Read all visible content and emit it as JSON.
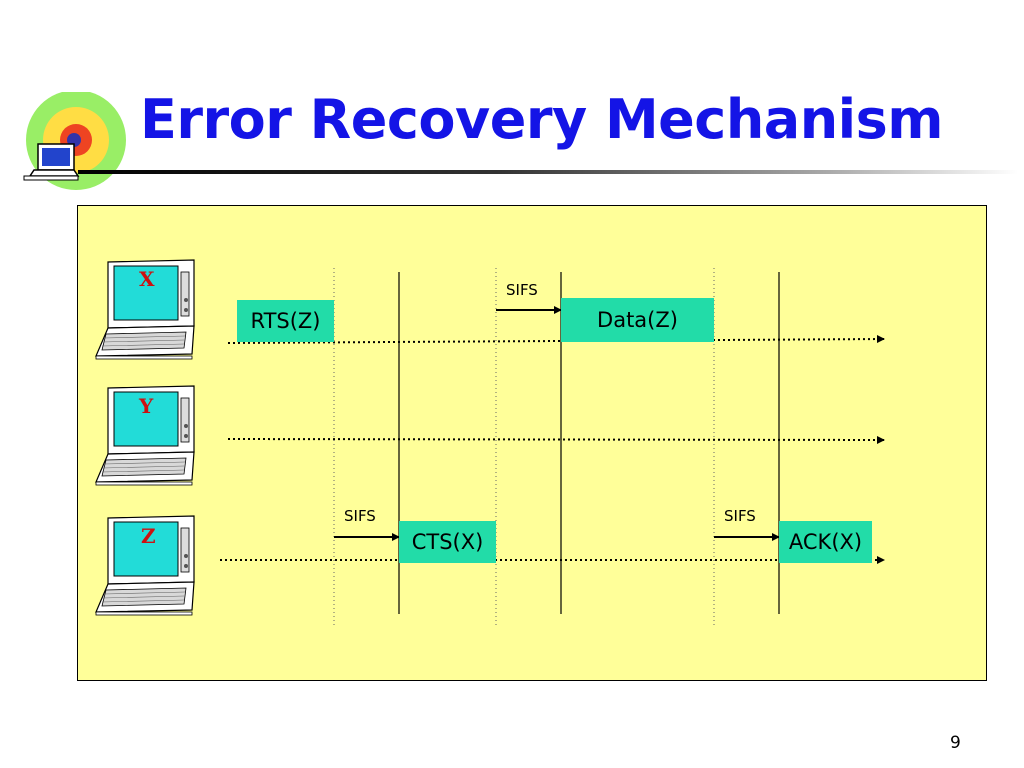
{
  "title": "Error Recovery Mechanism",
  "page_number": "9",
  "stations": [
    {
      "letter": "X"
    },
    {
      "letter": "Y"
    },
    {
      "letter": "Z"
    }
  ],
  "frames": {
    "rts": "RTS(Z)",
    "data": "Data(Z)",
    "cts": "CTS(X)",
    "ack": "ACK(X)"
  },
  "sifs": {
    "after_rts": "SIFS",
    "after_cts": "SIFS",
    "after_data": "SIFS"
  },
  "colors": {
    "title": "#1414e6",
    "box_fill": "#ffff99",
    "frame_fill": "#22dca8",
    "station_letter": "#cc1111"
  }
}
